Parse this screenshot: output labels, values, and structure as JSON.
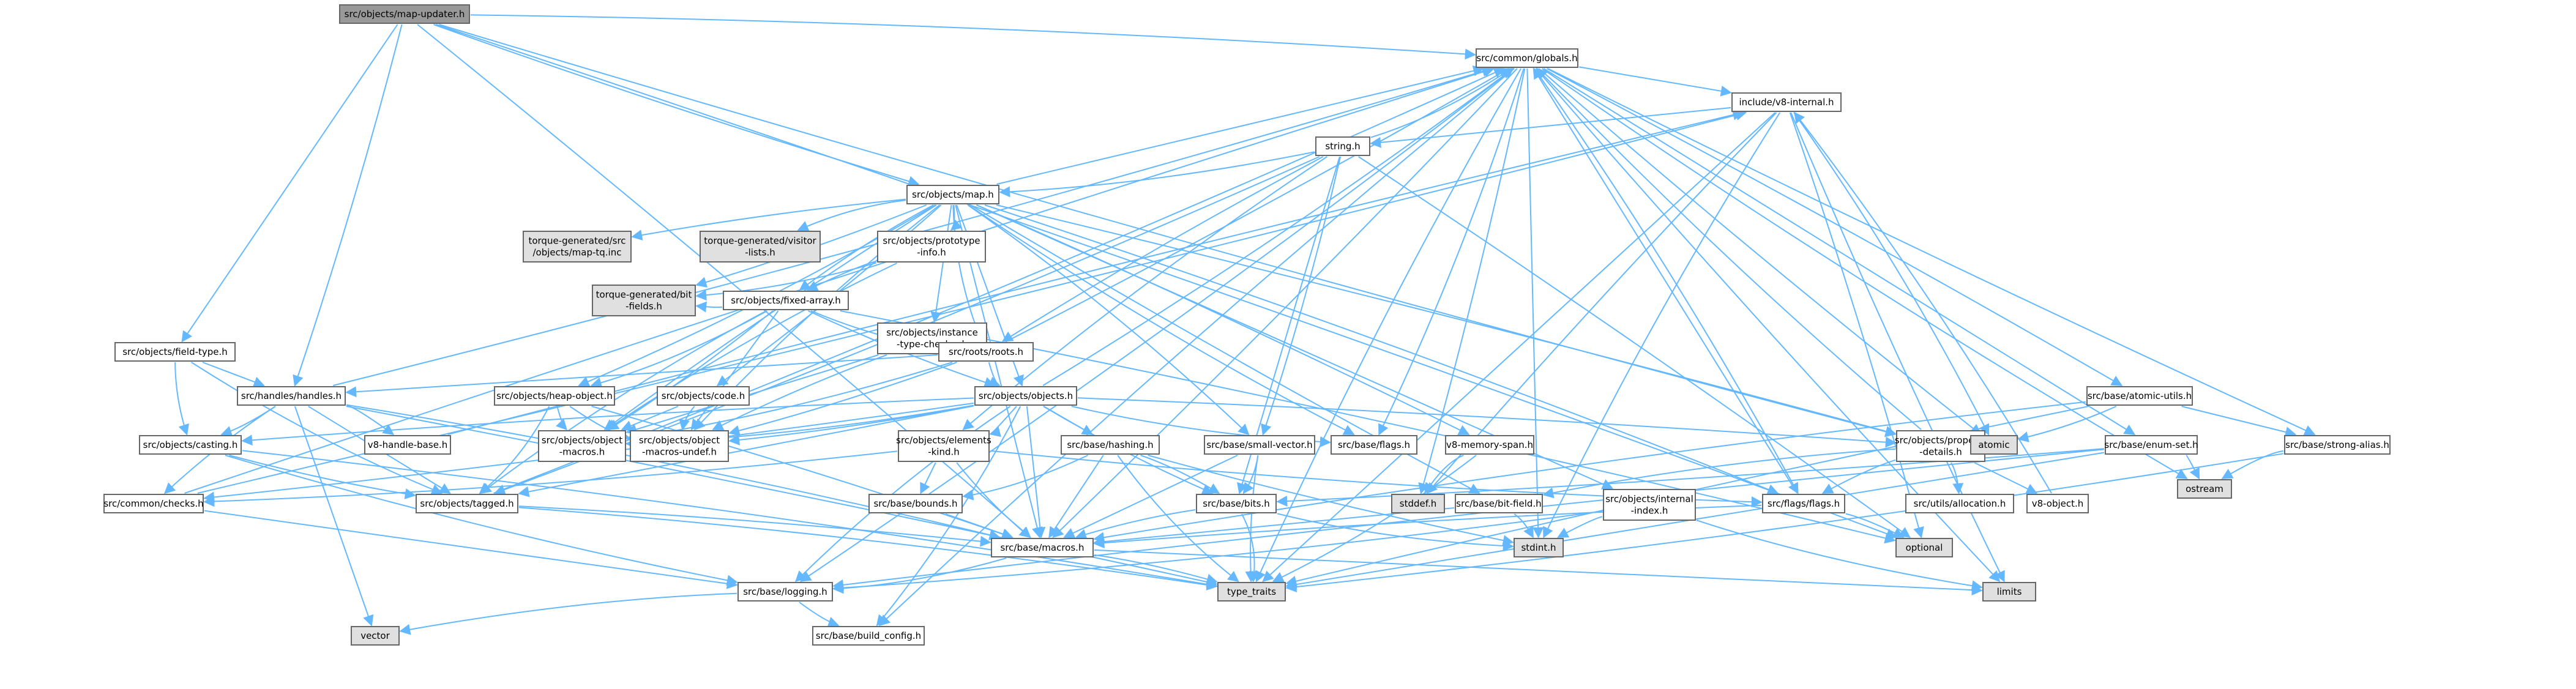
{
  "colors": {
    "edge": "#63b8ff",
    "node_border": "#666666",
    "root_fill": "#999999",
    "gray_fill": "#e0e0e0",
    "white_fill": "#ffffff",
    "red_text": "#ff0000",
    "black_text": "#000000"
  },
  "nodes": [
    {
      "id": "map_updater",
      "lines": [
        "src/objects/map-updater.h"
      ],
      "style": "root"
    },
    {
      "id": "globals",
      "lines": [
        "src/common/globals.h"
      ],
      "style": "normal"
    },
    {
      "id": "v8_internal",
      "lines": [
        "include/v8-internal.h"
      ],
      "style": "red"
    },
    {
      "id": "string_h",
      "lines": [
        "string.h"
      ],
      "style": "red"
    },
    {
      "id": "map_h",
      "lines": [
        "src/objects/map.h"
      ],
      "style": "normal"
    },
    {
      "id": "map_tq",
      "lines": [
        "torque-generated/src",
        "/objects/map-tq.inc"
      ],
      "style": "gray"
    },
    {
      "id": "visitor_lists",
      "lines": [
        "torque-generated/visitor",
        "-lists.h"
      ],
      "style": "gray"
    },
    {
      "id": "prototype_info",
      "lines": [
        "src/objects/prototype",
        "-info.h"
      ],
      "style": "red"
    },
    {
      "id": "bit_fields",
      "lines": [
        "torque-generated/bit",
        "-fields.h"
      ],
      "style": "gray"
    },
    {
      "id": "instance_type_checker",
      "lines": [
        "src/objects/instance",
        "-type-checker.h"
      ],
      "style": "red"
    },
    {
      "id": "fixed_array",
      "lines": [
        "src/objects/fixed-array.h"
      ],
      "style": "red"
    },
    {
      "id": "roots",
      "lines": [
        "src/roots/roots.h"
      ],
      "style": "red"
    },
    {
      "id": "field_type",
      "lines": [
        "src/objects/field-type.h"
      ],
      "style": "normal"
    },
    {
      "id": "handles",
      "lines": [
        "src/handles/handles.h"
      ],
      "style": "normal"
    },
    {
      "id": "heap_object",
      "lines": [
        "src/objects/heap-object.h"
      ],
      "style": "red"
    },
    {
      "id": "code_h",
      "lines": [
        "src/objects/code.h"
      ],
      "style": "red"
    },
    {
      "id": "objects_h",
      "lines": [
        "src/objects/objects.h"
      ],
      "style": "red"
    },
    {
      "id": "casting",
      "lines": [
        "src/objects/casting.h"
      ],
      "style": "red"
    },
    {
      "id": "v8_handle_base",
      "lines": [
        "v8-handle-base.h"
      ],
      "style": "normal"
    },
    {
      "id": "object_macros",
      "lines": [
        "src/objects/object",
        "-macros.h"
      ],
      "style": "red"
    },
    {
      "id": "object_macros_undef",
      "lines": [
        "src/objects/object",
        "-macros-undef.h"
      ],
      "style": "normal"
    },
    {
      "id": "elements_kind",
      "lines": [
        "src/objects/elements",
        "-kind.h"
      ],
      "style": "normal"
    },
    {
      "id": "hashing",
      "lines": [
        "src/base/hashing.h"
      ],
      "style": "red"
    },
    {
      "id": "small_vector",
      "lines": [
        "src/base/small-vector.h"
      ],
      "style": "red"
    },
    {
      "id": "base_flags",
      "lines": [
        "src/base/flags.h"
      ],
      "style": "red"
    },
    {
      "id": "v8_memory_span",
      "lines": [
        "v8-memory-span.h"
      ],
      "style": "red"
    },
    {
      "id": "property_details",
      "lines": [
        "src/objects/property",
        "-details.h"
      ],
      "style": "normal"
    },
    {
      "id": "atomic_utils",
      "lines": [
        "src/base/atomic-utils.h"
      ],
      "style": "red"
    },
    {
      "id": "atomic",
      "lines": [
        "atomic"
      ],
      "style": "gray"
    },
    {
      "id": "enum_set",
      "lines": [
        "src/base/enum-set.h"
      ],
      "style": "normal"
    },
    {
      "id": "strong_alias",
      "lines": [
        "src/base/strong-alias.h"
      ],
      "style": "red"
    },
    {
      "id": "ostream",
      "lines": [
        "ostream"
      ],
      "style": "gray"
    },
    {
      "id": "common_checks",
      "lines": [
        "src/common/checks.h"
      ],
      "style": "normal"
    },
    {
      "id": "tagged",
      "lines": [
        "src/objects/tagged.h"
      ],
      "style": "red"
    },
    {
      "id": "bounds",
      "lines": [
        "src/base/bounds.h"
      ],
      "style": "red"
    },
    {
      "id": "bits",
      "lines": [
        "src/base/bits.h"
      ],
      "style": "red"
    },
    {
      "id": "stddef",
      "lines": [
        "stddef.h"
      ],
      "style": "gray"
    },
    {
      "id": "bit_field",
      "lines": [
        "src/base/bit-field.h"
      ],
      "style": "red"
    },
    {
      "id": "internal_index",
      "lines": [
        "src/objects/internal",
        "-index.h"
      ],
      "style": "normal"
    },
    {
      "id": "flags_flags",
      "lines": [
        "src/flags/flags.h"
      ],
      "style": "red"
    },
    {
      "id": "utils_allocation",
      "lines": [
        "src/utils/allocation.h"
      ],
      "style": "red"
    },
    {
      "id": "v8_object",
      "lines": [
        "v8-object.h"
      ],
      "style": "red"
    },
    {
      "id": "macros",
      "lines": [
        "src/base/macros.h"
      ],
      "style": "red"
    },
    {
      "id": "stdint",
      "lines": [
        "stdint.h"
      ],
      "style": "gray"
    },
    {
      "id": "optional",
      "lines": [
        "optional"
      ],
      "style": "gray"
    },
    {
      "id": "logging",
      "lines": [
        "src/base/logging.h"
      ],
      "style": "red"
    },
    {
      "id": "type_traits",
      "lines": [
        "type_traits"
      ],
      "style": "gray"
    },
    {
      "id": "limits",
      "lines": [
        "limits"
      ],
      "style": "gray"
    },
    {
      "id": "vector",
      "lines": [
        "vector"
      ],
      "style": "gray"
    },
    {
      "id": "build_config",
      "lines": [
        "src/base/build_config.h"
      ],
      "style": "red"
    }
  ],
  "edges": [
    [
      "map_updater",
      "globals"
    ],
    [
      "map_updater",
      "handles"
    ],
    [
      "map_updater",
      "field_type"
    ],
    [
      "map_updater",
      "map_h"
    ],
    [
      "map_updater",
      "property_details"
    ],
    [
      "map_updater",
      "optional"
    ],
    [
      "map_updater",
      "macros"
    ],
    [
      "globals",
      "v8_internal"
    ],
    [
      "globals",
      "atomic"
    ],
    [
      "globals",
      "ostream"
    ],
    [
      "globals",
      "logging"
    ],
    [
      "globals",
      "stddef"
    ],
    [
      "globals",
      "stdint"
    ],
    [
      "globals",
      "limits"
    ],
    [
      "globals",
      "type_traits"
    ],
    [
      "globals",
      "base_flags"
    ],
    [
      "globals",
      "atomic_utils"
    ],
    [
      "globals",
      "enum_set"
    ],
    [
      "globals",
      "strong_alias"
    ],
    [
      "globals",
      "build_config"
    ],
    [
      "globals",
      "flags_flags"
    ],
    [
      "globals",
      "macros"
    ],
    [
      "v8_internal",
      "string_h"
    ],
    [
      "v8_internal",
      "stddef"
    ],
    [
      "v8_internal",
      "stdint"
    ],
    [
      "v8_internal",
      "atomic"
    ],
    [
      "v8_internal",
      "optional"
    ],
    [
      "v8_internal",
      "type_traits"
    ],
    [
      "v8_internal",
      "limits"
    ],
    [
      "string_h",
      "globals"
    ],
    [
      "string_h",
      "map_h"
    ],
    [
      "string_h",
      "small_vector"
    ],
    [
      "string_h",
      "bits"
    ],
    [
      "string_h",
      "roots"
    ],
    [
      "string_h",
      "elements_kind"
    ],
    [
      "string_h",
      "tagged"
    ],
    [
      "string_h",
      "optional"
    ],
    [
      "map_h",
      "globals"
    ],
    [
      "map_h",
      "map_tq"
    ],
    [
      "map_h",
      "visitor_lists"
    ],
    [
      "map_h",
      "prototype_info"
    ],
    [
      "map_h",
      "bit_fields"
    ],
    [
      "map_h",
      "instance_type_checker"
    ],
    [
      "map_h",
      "fixed_array"
    ],
    [
      "map_h",
      "roots"
    ],
    [
      "map_h",
      "heap_object"
    ],
    [
      "map_h",
      "code_h"
    ],
    [
      "map_h",
      "objects_h"
    ],
    [
      "map_h",
      "object_macros"
    ],
    [
      "map_h",
      "object_macros_undef"
    ],
    [
      "map_h",
      "small_vector"
    ],
    [
      "map_h",
      "v8_memory_span"
    ],
    [
      "map_h",
      "internal_index"
    ],
    [
      "map_h",
      "bit_field"
    ],
    [
      "map_h",
      "base_flags"
    ],
    [
      "map_h",
      "flags_flags"
    ],
    [
      "map_h",
      "property_details"
    ],
    [
      "map_h",
      "macros"
    ],
    [
      "prototype_info",
      "fixed_array"
    ],
    [
      "prototype_info",
      "object_macros"
    ],
    [
      "prototype_info",
      "bit_fields"
    ],
    [
      "instance_type_checker",
      "roots"
    ],
    [
      "instance_type_checker",
      "object_macros"
    ],
    [
      "instance_type_checker",
      "object_macros_undef"
    ],
    [
      "fixed_array",
      "roots"
    ],
    [
      "fixed_array",
      "heap_object"
    ],
    [
      "fixed_array",
      "object_macros"
    ],
    [
      "fixed_array",
      "object_macros_undef"
    ],
    [
      "fixed_array",
      "objects_h"
    ],
    [
      "fixed_array",
      "tagged"
    ],
    [
      "fixed_array",
      "optional"
    ],
    [
      "fixed_array",
      "bit_fields"
    ],
    [
      "roots",
      "handles"
    ],
    [
      "roots",
      "globals"
    ],
    [
      "roots",
      "objects_h"
    ],
    [
      "roots",
      "object_macros"
    ],
    [
      "roots",
      "object_macros_undef"
    ],
    [
      "field_type",
      "handles"
    ],
    [
      "field_type",
      "casting"
    ],
    [
      "field_type",
      "tagged"
    ],
    [
      "handles",
      "v8_handle_base"
    ],
    [
      "handles",
      "casting"
    ],
    [
      "handles",
      "tagged"
    ],
    [
      "handles",
      "common_checks"
    ],
    [
      "handles",
      "globals"
    ],
    [
      "handles",
      "macros"
    ],
    [
      "handles",
      "type_traits"
    ],
    [
      "handles",
      "vector"
    ],
    [
      "heap_object",
      "object_macros"
    ],
    [
      "heap_object",
      "object_macros_undef"
    ],
    [
      "heap_object",
      "tagged"
    ],
    [
      "heap_object",
      "macros"
    ],
    [
      "code_h",
      "object_macros"
    ],
    [
      "code_h",
      "object_macros_undef"
    ],
    [
      "objects_h",
      "globals"
    ],
    [
      "objects_h",
      "elements_kind"
    ],
    [
      "objects_h",
      "property_details"
    ],
    [
      "objects_h",
      "hashing"
    ],
    [
      "objects_h",
      "bits"
    ],
    [
      "objects_h",
      "base_flags"
    ],
    [
      "objects_h",
      "object_macros"
    ],
    [
      "objects_h",
      "object_macros_undef"
    ],
    [
      "objects_h",
      "tagged"
    ],
    [
      "objects_h",
      "casting"
    ],
    [
      "objects_h",
      "logging"
    ],
    [
      "objects_h",
      "build_config"
    ],
    [
      "objects_h",
      "common_checks"
    ],
    [
      "objects_h",
      "macros"
    ],
    [
      "casting",
      "tagged"
    ],
    [
      "casting",
      "logging"
    ],
    [
      "casting",
      "type_traits"
    ],
    [
      "v8_handle_base",
      "v8_internal"
    ],
    [
      "elements_kind",
      "bounds"
    ],
    [
      "elements_kind",
      "macros"
    ],
    [
      "elements_kind",
      "flags_flags"
    ],
    [
      "elements_kind",
      "common_checks"
    ],
    [
      "hashing",
      "bits"
    ],
    [
      "hashing",
      "macros"
    ],
    [
      "hashing",
      "stdint"
    ],
    [
      "hashing",
      "type_traits"
    ],
    [
      "hashing",
      "bounds"
    ],
    [
      "small_vector",
      "bits"
    ],
    [
      "small_vector",
      "macros"
    ],
    [
      "small_vector",
      "type_traits"
    ],
    [
      "v8_memory_span",
      "stddef"
    ],
    [
      "v8_memory_span",
      "type_traits"
    ],
    [
      "property_details",
      "utils_allocation"
    ],
    [
      "property_details",
      "v8_object"
    ],
    [
      "property_details",
      "flags_flags"
    ],
    [
      "property_details",
      "bit_field"
    ],
    [
      "property_details",
      "globals"
    ],
    [
      "atomic_utils",
      "atomic"
    ],
    [
      "atomic_utils",
      "strong_alias"
    ],
    [
      "atomic_utils",
      "type_traits"
    ],
    [
      "atomic_utils",
      "macros"
    ],
    [
      "enum_set",
      "ostream"
    ],
    [
      "enum_set",
      "bits"
    ],
    [
      "enum_set",
      "type_traits"
    ],
    [
      "enum_set",
      "logging"
    ],
    [
      "strong_alias",
      "ostream"
    ],
    [
      "strong_alias",
      "type_traits"
    ],
    [
      "common_checks",
      "globals"
    ],
    [
      "common_checks",
      "logging"
    ],
    [
      "common_checks",
      "v8_internal"
    ],
    [
      "tagged",
      "globals"
    ],
    [
      "tagged",
      "type_traits"
    ],
    [
      "tagged",
      "macros"
    ],
    [
      "bounds",
      "macros"
    ],
    [
      "bits",
      "macros"
    ],
    [
      "bits",
      "stdint"
    ],
    [
      "bits",
      "type_traits"
    ],
    [
      "bit_field",
      "stdint"
    ],
    [
      "bit_field",
      "macros"
    ],
    [
      "internal_index",
      "stdint"
    ],
    [
      "internal_index",
      "limits"
    ],
    [
      "internal_index",
      "logging"
    ],
    [
      "flags_flags",
      "optional"
    ],
    [
      "flags_flags",
      "globals"
    ],
    [
      "flags_flags",
      "macros"
    ],
    [
      "v8_object",
      "v8_internal"
    ],
    [
      "macros",
      "logging"
    ],
    [
      "macros",
      "type_traits"
    ],
    [
      "macros",
      "limits"
    ],
    [
      "logging",
      "build_config"
    ],
    [
      "logging",
      "vector"
    ]
  ]
}
